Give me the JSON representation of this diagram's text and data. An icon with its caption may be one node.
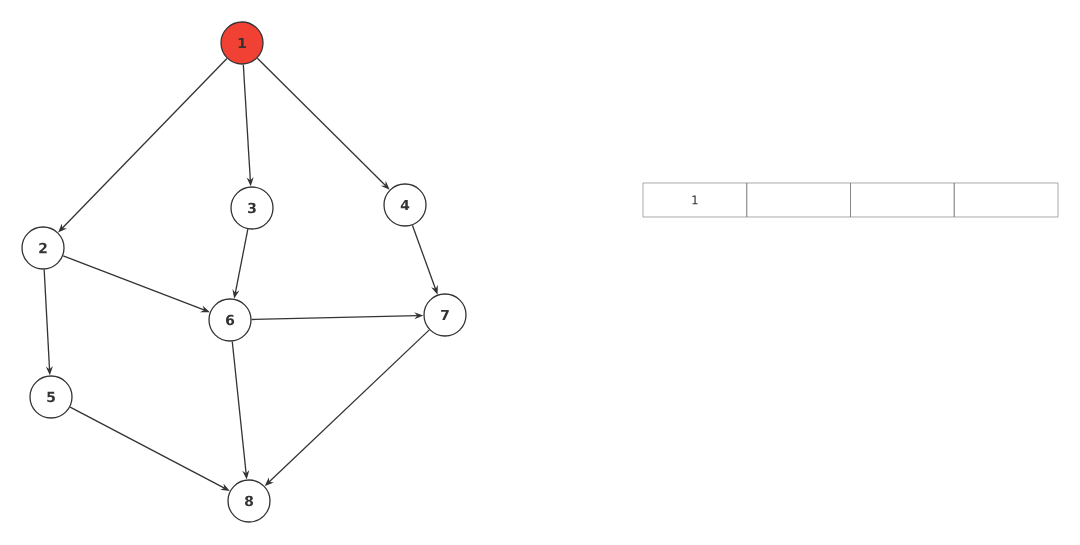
{
  "diagram": {
    "nodes": [
      {
        "text": [
          "1"
        ]
      },
      {
        "text": [
          "2"
        ]
      },
      {
        "text": [
          "3"
        ]
      },
      {
        "text": [
          "4"
        ]
      },
      {
        "text": [
          "5"
        ]
      },
      {
        "text": [
          "6"
        ]
      },
      {
        "text": [
          "7"
        ]
      },
      {
        "text": [
          "8"
        ]
      }
    ],
    "edges": [
      {
        "from": 0,
        "to": 1,
        "arrow": "to"
      },
      {
        "from": 0,
        "to": 2,
        "arrow": "to"
      },
      {
        "from": 0,
        "to": 3,
        "arrow": "to"
      },
      {
        "from": 2,
        "to": 5,
        "arrow": "to"
      },
      {
        "from": 3,
        "to": 6,
        "arrow": "to"
      },
      {
        "from": 1,
        "to": 5,
        "arrow": "to"
      },
      {
        "from": 1,
        "to": 4,
        "arrow": "to"
      },
      {
        "from": 5,
        "to": 6,
        "arrow": "to"
      },
      {
        "from": 5,
        "to": 7,
        "arrow": "to"
      },
      {
        "from": 4,
        "to": 7,
        "arrow": "to"
      },
      {
        "from": 6,
        "to": 7,
        "arrow": "to"
      }
    ],
    "labels": [
      "1"
    ]
  }
}
